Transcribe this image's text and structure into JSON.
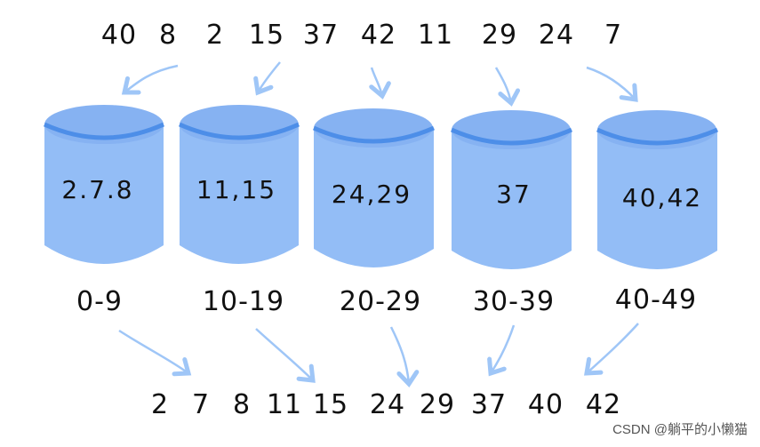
{
  "input_numbers": [
    "40",
    "8",
    "2",
    "15",
    "37",
    "42",
    "11",
    "29",
    "24",
    "7"
  ],
  "buckets": [
    {
      "contents": "2.7.8",
      "range": "0-9"
    },
    {
      "contents": "11,15",
      "range": "10-19"
    },
    {
      "contents": "24,29",
      "range": "20-29"
    },
    {
      "contents": "37",
      "range": "30-39"
    },
    {
      "contents": "40,42",
      "range": "40-49"
    }
  ],
  "output_numbers": [
    "2",
    "7",
    "8",
    "11",
    "15",
    "24",
    "29",
    "37",
    "40",
    "42"
  ],
  "watermark": "CSDN @躺平的小懒猫",
  "colors": {
    "bucket_fill": "#93bdf6",
    "bucket_top": "#86b2f2",
    "bucket_rim": "#4d8ee8",
    "arrow": "#9fc6f7",
    "text": "#111111"
  }
}
